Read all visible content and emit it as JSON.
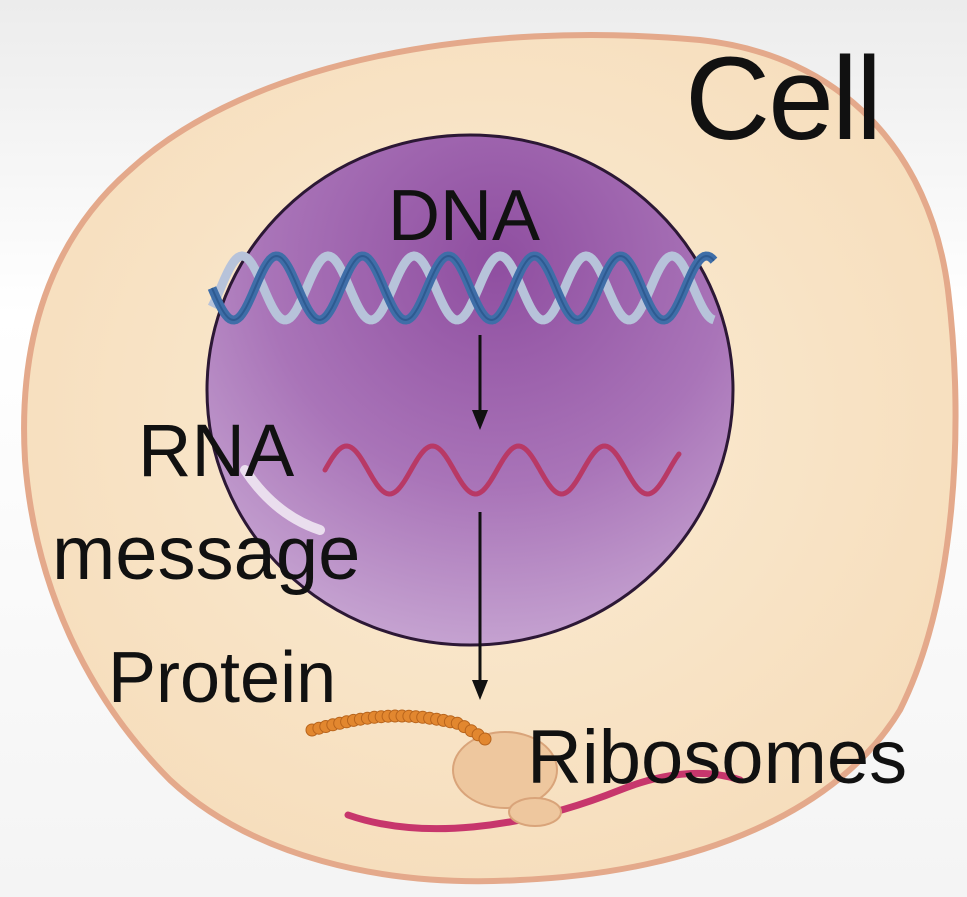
{
  "labels": {
    "cell": "Cell",
    "dna": "DNA",
    "rna": "RNA",
    "message": "message",
    "protein": "Protein",
    "ribosomes": "Ribosomes"
  },
  "icons": [
    "cell-membrane",
    "nucleus",
    "dna-double-helix",
    "rna-strand",
    "protein-chain",
    "ribosome",
    "arrow-down-icon"
  ],
  "colors": {
    "cytoplasm": "#f8e4c4",
    "membrane": "#eab695",
    "nucleus": "#9d5eaa",
    "dna_strand_a": "#3f6ea8",
    "dna_strand_b": "#b7c3da",
    "rna": "#b83966",
    "protein": "#e2872f",
    "ribosome": "#eec79e"
  }
}
